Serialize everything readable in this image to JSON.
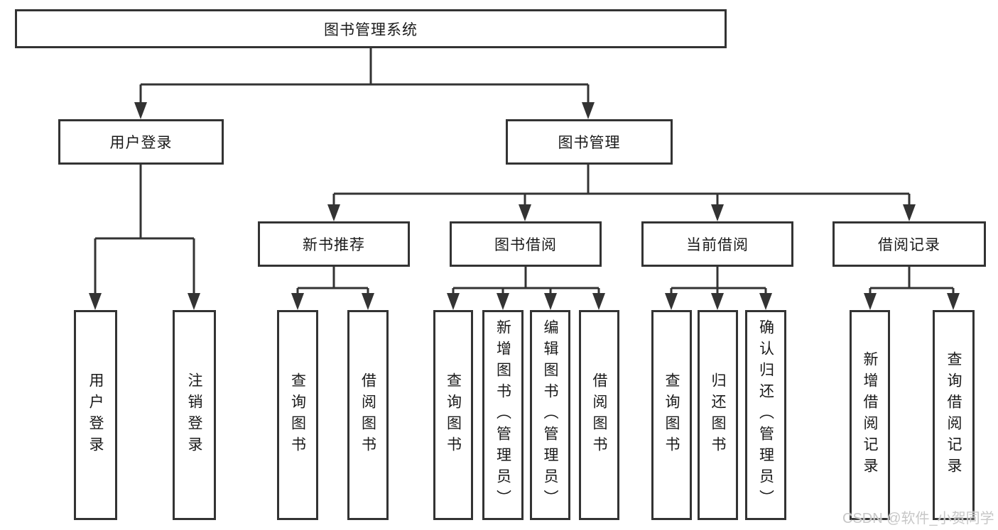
{
  "colors": {
    "line": "#333333",
    "text": "#1a1a1a",
    "watermark": "#c7c7c7",
    "background": "#ffffff"
  },
  "tree": {
    "root": {
      "label": "图书管理系统"
    },
    "children": [
      {
        "label": "用户登录",
        "children": [
          {
            "label": "用户登录"
          },
          {
            "label": "注销登录"
          }
        ]
      },
      {
        "label": "图书管理",
        "children": [
          {
            "label": "新书推荐",
            "children": [
              {
                "label": "查询图书"
              },
              {
                "label": "借阅图书"
              }
            ]
          },
          {
            "label": "图书借阅",
            "children": [
              {
                "label": "查询图书"
              },
              {
                "label": "新增图书（管理员）"
              },
              {
                "label": "编辑图书（管理员）"
              },
              {
                "label": "借阅图书"
              }
            ]
          },
          {
            "label": "当前借阅",
            "children": [
              {
                "label": "查询图书"
              },
              {
                "label": "归还图书"
              },
              {
                "label": "确认归还（管理员）"
              }
            ]
          },
          {
            "label": "借阅记录",
            "children": [
              {
                "label": "新增借阅记录"
              },
              {
                "label": "查询借阅记录"
              }
            ]
          }
        ]
      }
    ]
  },
  "watermark": {
    "text": "CSDN @软件_小贺同学"
  }
}
